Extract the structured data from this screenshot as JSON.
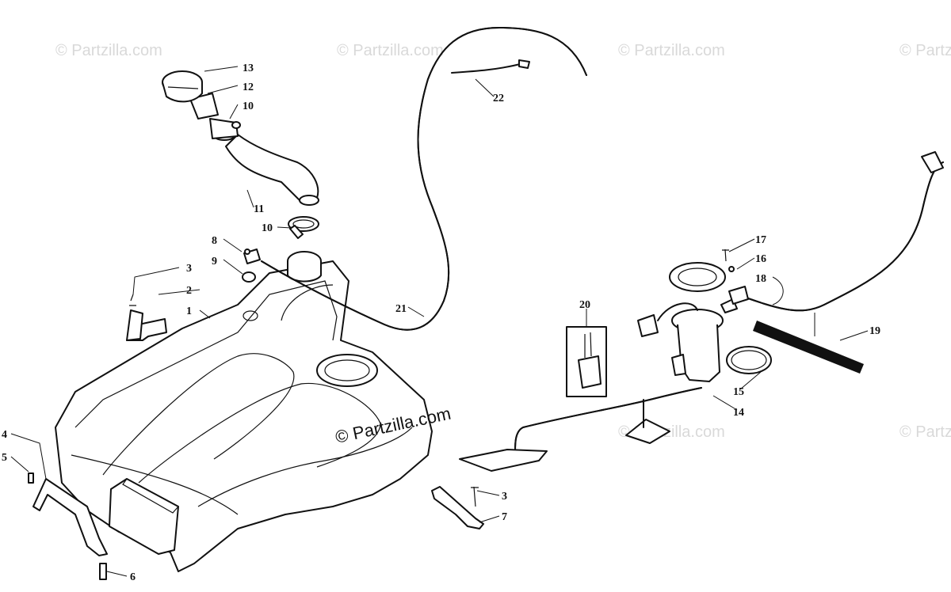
{
  "watermark": {
    "text": "© Partzilla.com",
    "main_text": "© Partzilla.com"
  },
  "callouts": [
    {
      "id": "c1",
      "label": "1"
    },
    {
      "id": "c2",
      "label": "2"
    },
    {
      "id": "c3a",
      "label": "3"
    },
    {
      "id": "c3b",
      "label": "3"
    },
    {
      "id": "c4",
      "label": "4"
    },
    {
      "id": "c5",
      "label": "5"
    },
    {
      "id": "c6",
      "label": "6"
    },
    {
      "id": "c7",
      "label": "7"
    },
    {
      "id": "c8",
      "label": "8"
    },
    {
      "id": "c9",
      "label": "9"
    },
    {
      "id": "c10a",
      "label": "10"
    },
    {
      "id": "c10b",
      "label": "10"
    },
    {
      "id": "c11",
      "label": "11"
    },
    {
      "id": "c12",
      "label": "12"
    },
    {
      "id": "c13",
      "label": "13"
    },
    {
      "id": "c14",
      "label": "14"
    },
    {
      "id": "c15",
      "label": "15"
    },
    {
      "id": "c16",
      "label": "16"
    },
    {
      "id": "c17",
      "label": "17"
    },
    {
      "id": "c18",
      "label": "18"
    },
    {
      "id": "c19",
      "label": "19"
    },
    {
      "id": "c20",
      "label": "20"
    },
    {
      "id": "c21",
      "label": "21"
    },
    {
      "id": "c22",
      "label": "22"
    }
  ]
}
